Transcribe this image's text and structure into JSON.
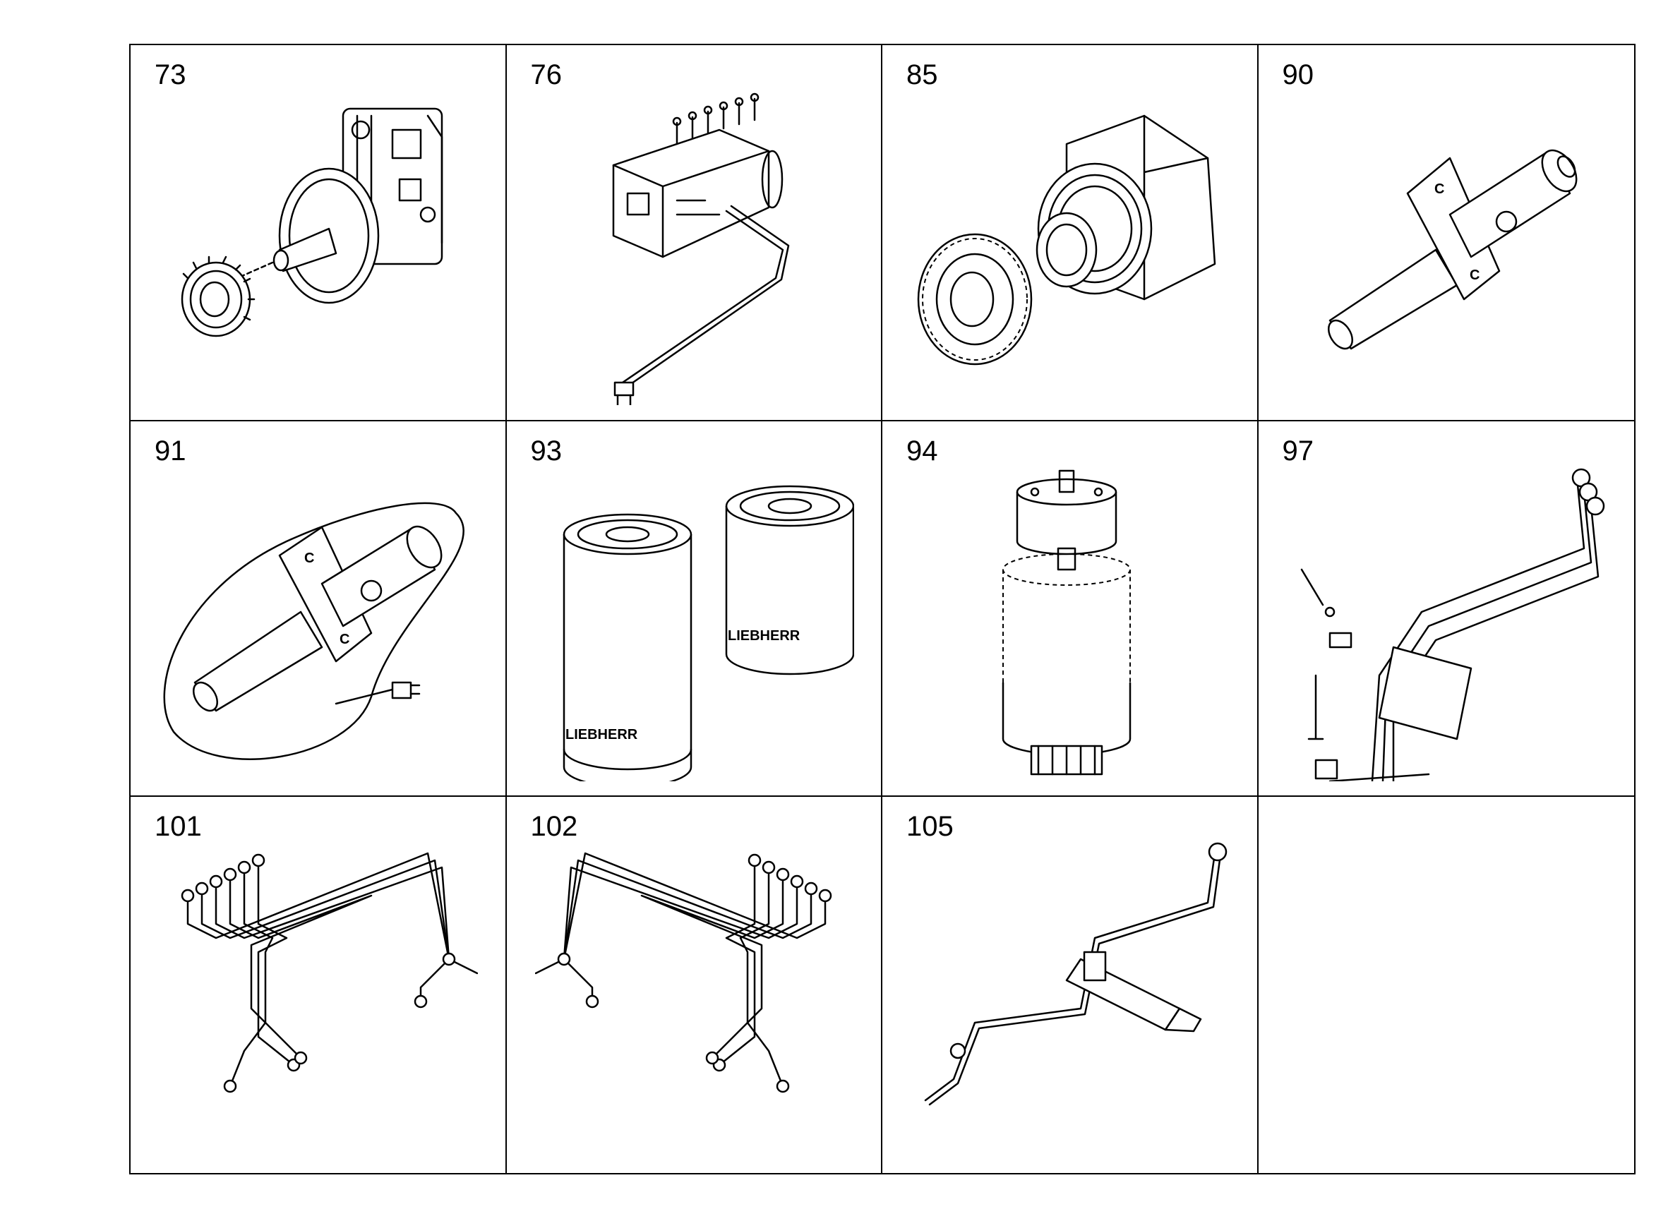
{
  "parts": [
    {
      "number": "73"
    },
    {
      "number": "76"
    },
    {
      "number": "85"
    },
    {
      "number": "90"
    },
    {
      "number": "91"
    },
    {
      "number": "93"
    },
    {
      "number": "94"
    },
    {
      "number": "97"
    },
    {
      "number": "101"
    },
    {
      "number": "102"
    },
    {
      "number": "105"
    },
    {
      "number": ""
    }
  ],
  "filter_brand": "LIEBHERR"
}
